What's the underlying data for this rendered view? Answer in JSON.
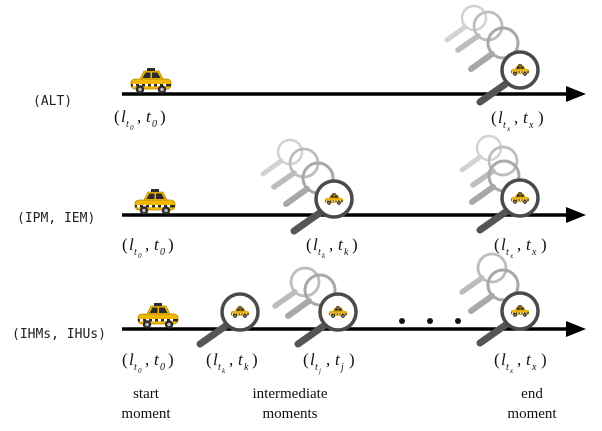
{
  "rows": [
    {
      "label": "(ALT)"
    },
    {
      "label": "(IPM, IEM)"
    },
    {
      "label": "(IHMs, IHUs)"
    }
  ],
  "points": {
    "t0": {
      "paren_open": "(",
      "l": "l",
      "l_sub": "t",
      "l_subsub": "0",
      "comma": ",",
      "t": "t",
      "t_sub": "0",
      "paren_close": ")"
    },
    "tx": {
      "paren_open": "(",
      "l": "l",
      "l_sub": "t",
      "l_subsub": "x",
      "comma": ",",
      "t": "t",
      "t_sub": "x",
      "paren_close": ")"
    },
    "tk": {
      "paren_open": "(",
      "l": "l",
      "l_sub": "t",
      "l_subsub": "k",
      "comma": ",",
      "t": "t",
      "t_sub": "k",
      "paren_close": ")"
    },
    "tj": {
      "paren_open": "(",
      "l": "l",
      "l_sub": "t",
      "l_subsub": "j",
      "comma": ",",
      "t": "t",
      "t_sub": "j",
      "paren_close": ")"
    }
  },
  "captions": {
    "start_line1": "start",
    "start_line2": "moment",
    "intermediate_line1": "intermediate",
    "intermediate_line2": "moments",
    "end_line1": "end",
    "end_line2": "moment"
  },
  "colors": {
    "taxi_body": "#f2b705",
    "taxi_dark": "#2b2b2b",
    "magnifier_ring": "#4a4a4a",
    "ghost": "#cfcfcf",
    "axis": "#000000"
  }
}
